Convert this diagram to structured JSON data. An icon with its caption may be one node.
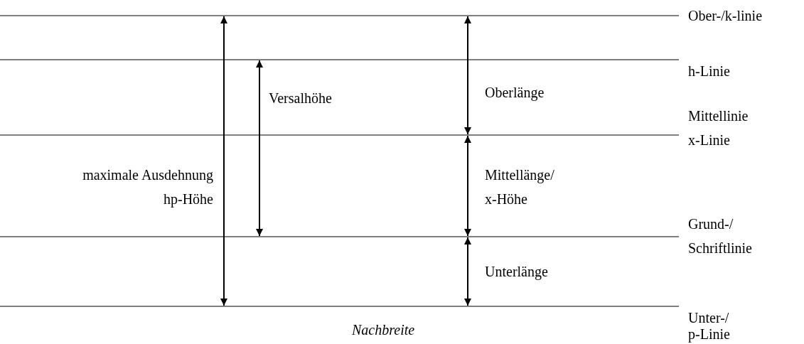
{
  "diagram": {
    "labels": [
      "Ober-/k-linie",
      "h-Linie",
      "Versalhöhe",
      "Oberlänge",
      "Mittellinie x-Linie",
      "maximale Ausdehnung hp-Höhe",
      "Mittellänge/ x-Höhe",
      "Grund-/ Schriftlinie",
      "Unterlänge",
      "Unter-/ p-Linie",
      "Nachbreite"
    ]
  }
}
